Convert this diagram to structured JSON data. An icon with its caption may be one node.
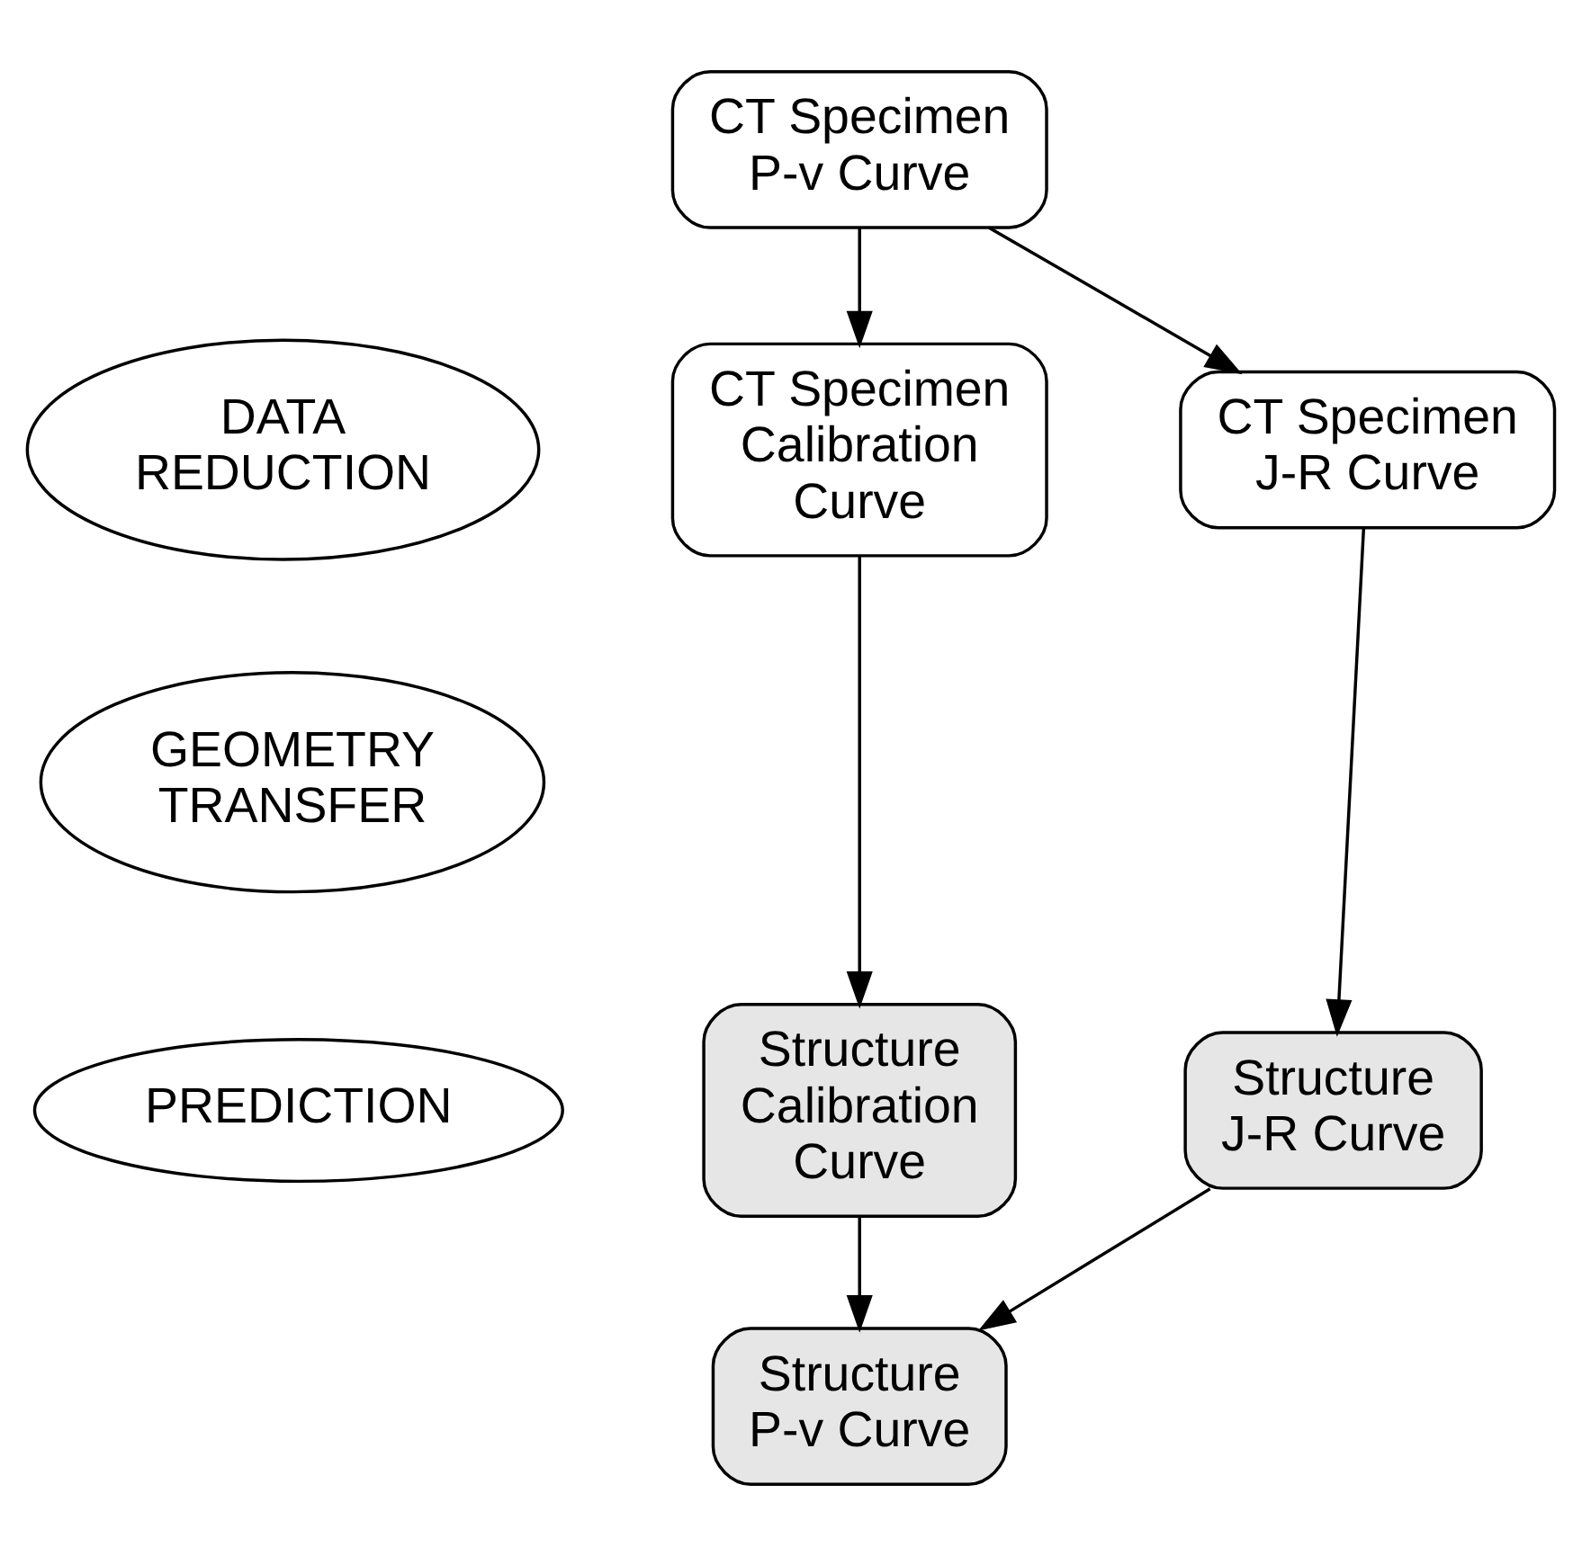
{
  "diagram": {
    "nodes": [
      {
        "text": [
          "CT Specimen P-v Curve"
        ]
      },
      {
        "text": [
          "DATA REDUCTION"
        ]
      },
      {
        "text": [
          "CT Specimen Calibration Curve"
        ]
      },
      {
        "text": [
          "CT Specimen J-R Curve"
        ]
      },
      {
        "text": [
          "GEOMETRY TRANSFER"
        ]
      },
      {
        "text": [
          "Structure Calibration Curve"
        ]
      },
      {
        "text": [
          "Structure J-R Curve"
        ]
      },
      {
        "text": [
          "PREDICTION"
        ]
      },
      {
        "text": [
          "Structure P-v Curve"
        ]
      }
    ],
    "edges": [
      {
        "from": 0,
        "to": 2,
        "arrow": "to"
      },
      {
        "from": 0,
        "to": 3,
        "arrow": "to"
      },
      {
        "from": 2,
        "to": 5,
        "arrow": "to"
      },
      {
        "from": 3,
        "to": 6,
        "arrow": "to"
      },
      {
        "from": 5,
        "to": 8,
        "arrow": "to"
      },
      {
        "from": 6,
        "to": 8,
        "arrow": "to"
      }
    ]
  }
}
